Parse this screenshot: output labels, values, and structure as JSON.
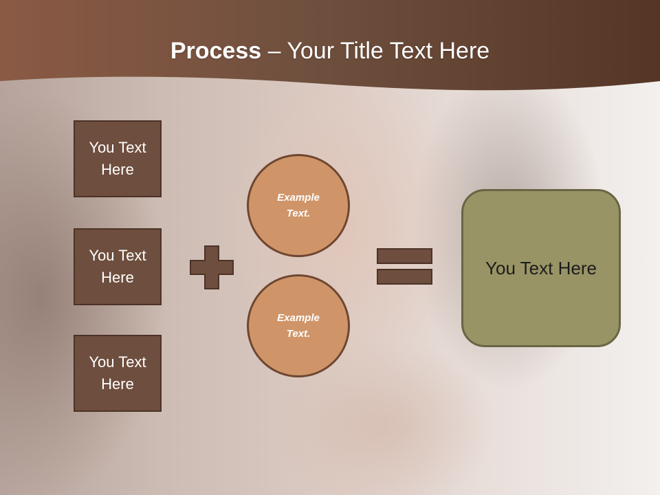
{
  "title": {
    "bold": "Process",
    "rest": " – Your Title Text Here"
  },
  "inputs": [
    {
      "label": "You Text Here"
    },
    {
      "label": "You Text Here"
    },
    {
      "label": "You Text Here"
    }
  ],
  "operator_plus": "plus-icon",
  "examples": [
    {
      "label": "Example Text."
    },
    {
      "label": "Example Text."
    }
  ],
  "operator_equals": "equals-icon",
  "result": {
    "label": "You Text Here"
  },
  "colors": {
    "header": "#5a3a29",
    "box": "#6e4e3e",
    "circle": "#cf9568",
    "result": "#999465",
    "operator": "#6e4e3e"
  }
}
